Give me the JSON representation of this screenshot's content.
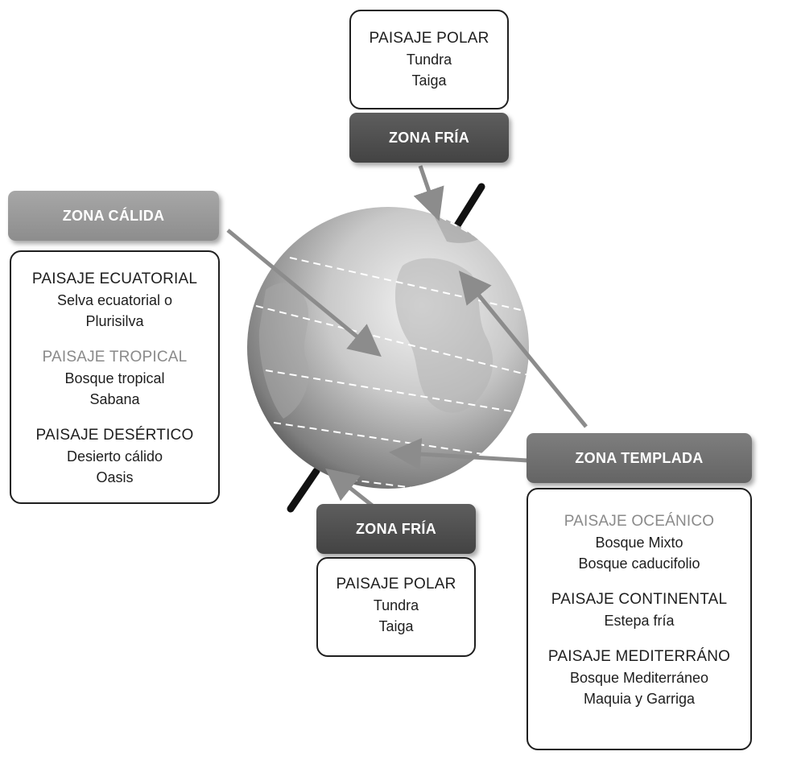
{
  "top_polar": {
    "head": "PAISAJE POLAR",
    "lines": [
      "Tundra",
      "Taiga"
    ]
  },
  "top_zone": {
    "label": "ZONA FRÍA"
  },
  "warm_zone": {
    "label": "ZONA CÁLIDA"
  },
  "warm_box": {
    "equatorial": {
      "head": "PAISAJE ECUATORIAL",
      "lines": [
        "Selva ecuatorial o",
        "Plurisilva"
      ]
    },
    "tropical": {
      "head": "PAISAJE TROPICAL",
      "lines": [
        "Bosque tropical",
        "Sabana"
      ]
    },
    "desert": {
      "head": "PAISAJE DESÉRTICO",
      "lines": [
        "Desierto cálido",
        "Oasis"
      ]
    }
  },
  "temperate_zone": {
    "label": "ZONA TEMPLADA"
  },
  "temperate_box": {
    "oceanic": {
      "head": "PAISAJE OCEÁNICO",
      "lines": [
        "Bosque Mixto",
        "Bosque caducifolio"
      ]
    },
    "continental": {
      "head": "PAISAJE CONTINENTAL",
      "lines": [
        "Estepa fría"
      ]
    },
    "mediterranean": {
      "head": "PAISAJE  MEDITERRÁNO",
      "lines": [
        "Bosque Mediterráneo",
        "Maquia y Garriga"
      ]
    }
  },
  "bottom_zone": {
    "label": "ZONA FRÍA"
  },
  "bottom_polar": {
    "head": "PAISAJE POLAR",
    "lines": [
      "Tundra",
      "Taiga"
    ]
  },
  "colors": {
    "label_dark": "#4f4f4f",
    "label_light": "#9a9a9a",
    "arrow": "#8c8c8c",
    "text_gray": "#8a8a8a"
  }
}
